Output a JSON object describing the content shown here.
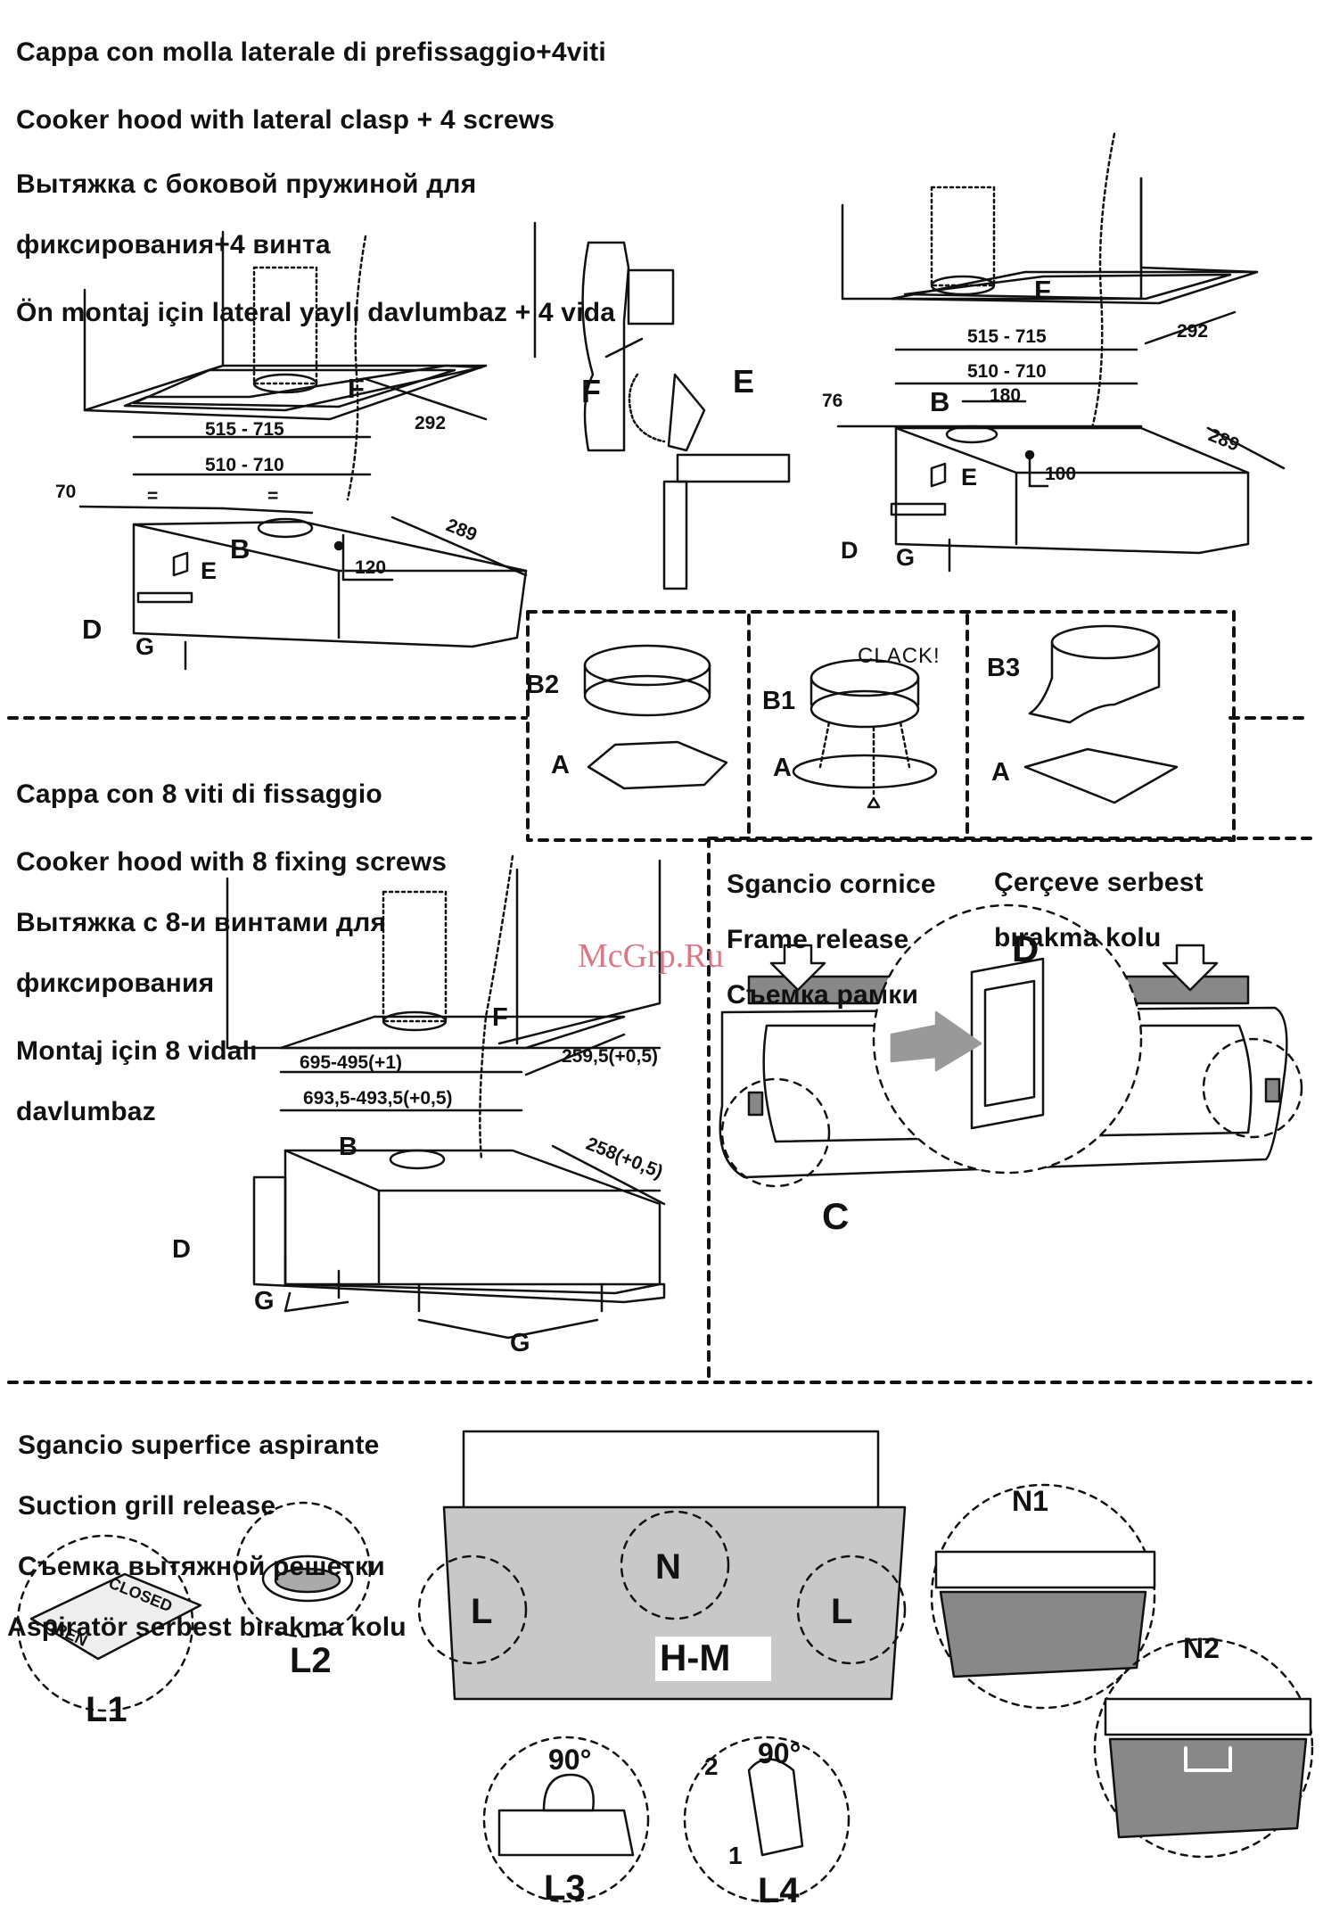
{
  "section_lateral_clasp": {
    "lines": [
      "Cappa con molla laterale di prefissaggio+4viti",
      "Cooker hood with lateral clasp + 4 screws",
      "Вытяжка с боковой пружиной для",
      "фиксирования+4 винта",
      "Ön montaj için lateral yaylı davlumbaz + 4 vida"
    ]
  },
  "section_8_screws": {
    "lines": [
      "Cappa con  8 viti di fissaggio",
      "Cooker hood with 8 fixing screws",
      "Вытяжка с 8-и винтами для",
      "фиксирования",
      "Montaj  için 8 vidalı",
      "davlumbaz"
    ]
  },
  "section_frame_release": {
    "lines_left": [
      "Sgancio cornice",
      "Frame release",
      "Съемка рамки"
    ],
    "lines_right": [
      "Çerçeve serbest",
      "bırakma kolu"
    ]
  },
  "section_suction_grill": {
    "lines": [
      "Sgancio superfice aspirante",
      "Suction grill release",
      "Съемка вытяжной решетки",
      "Aspiratör serbest bırakma kolu"
    ]
  },
  "watermark": "McGrp.Ru",
  "diagram_left": {
    "dim_width_outer": "515 - 715",
    "dim_width_inner": "510 - 710",
    "dim_depth_outer": "292",
    "dim_depth_inner": "289",
    "dim_edge": "70",
    "dim_equal_1": "=",
    "dim_equal_2": "=",
    "dim_offset": "120",
    "label_f": "F",
    "label_b": "B",
    "label_e": "E",
    "label_d": "D",
    "label_g": "G"
  },
  "diagram_clasp": {
    "label_f": "F",
    "label_e": "E"
  },
  "diagram_right": {
    "dim_width_outer": "515 - 715",
    "dim_width_inner": "510 - 710",
    "dim_depth_outer": "292",
    "dim_depth_inner": "289",
    "dim_edge": "76",
    "dim_offset_x": "180",
    "dim_offset_y": "100",
    "label_f": "F",
    "label_b": "B",
    "label_e": "E",
    "label_d": "D",
    "label_g": "G"
  },
  "flange_panels": {
    "b2": "B2",
    "b1": "B1",
    "b3": "B3",
    "a": "A",
    "clack": "CLACK!"
  },
  "diagram_8_screws": {
    "dim_width_outer": "695-495(+1)",
    "dim_width_inner": "693,5-493,5(+0,5)",
    "dim_depth_outer": "259,5(+0,5)",
    "dim_depth_inner": "258(+0,5)",
    "label_f": "F",
    "label_b": "B",
    "label_d": "D",
    "label_g1": "G",
    "label_g2": "G"
  },
  "frame_diagram": {
    "label_d": "D",
    "label_c": "C"
  },
  "grill_diagram": {
    "panel": "H-M",
    "n": "N",
    "l_left": "L",
    "l_right": "L",
    "l1": "L1",
    "l2": "L2",
    "l3": "L3",
    "l4": "L4",
    "n1": "N1",
    "n2": "N2",
    "angle_l3": "90°",
    "angle_l4": "90°",
    "step_2": "2",
    "step_1": "1",
    "label_open": "OPEN",
    "label_closed": "CLOSED"
  }
}
